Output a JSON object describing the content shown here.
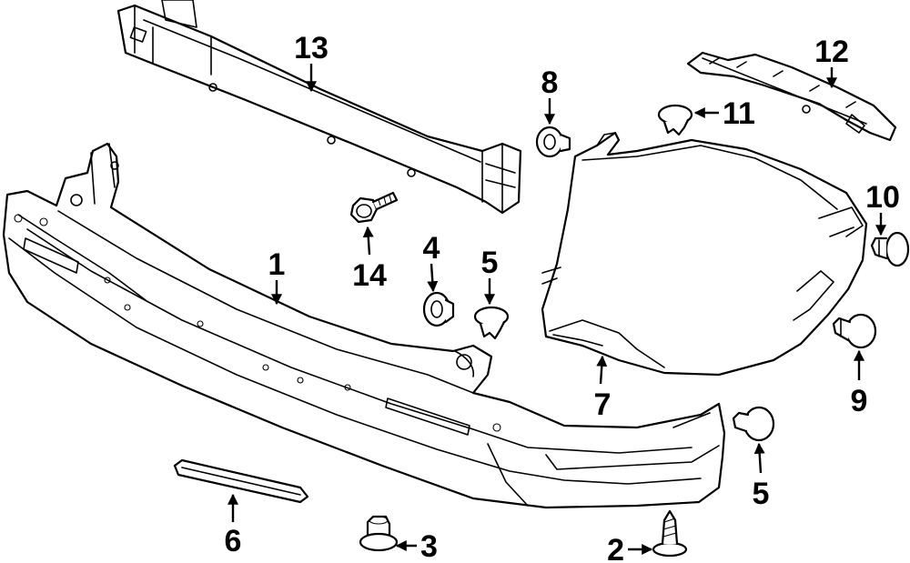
{
  "callouts": [
    {
      "id": "1",
      "text": "1"
    },
    {
      "id": "2",
      "text": "2"
    },
    {
      "id": "3",
      "text": "3"
    },
    {
      "id": "4",
      "text": "4"
    },
    {
      "id": "5a",
      "text": "5"
    },
    {
      "id": "5b",
      "text": "5"
    },
    {
      "id": "6",
      "text": "6"
    },
    {
      "id": "7",
      "text": "7"
    },
    {
      "id": "8",
      "text": "8"
    },
    {
      "id": "9",
      "text": "9"
    },
    {
      "id": "10",
      "text": "10"
    },
    {
      "id": "11",
      "text": "11"
    },
    {
      "id": "12",
      "text": "12"
    },
    {
      "id": "13",
      "text": "13"
    },
    {
      "id": "14",
      "text": "14"
    }
  ]
}
